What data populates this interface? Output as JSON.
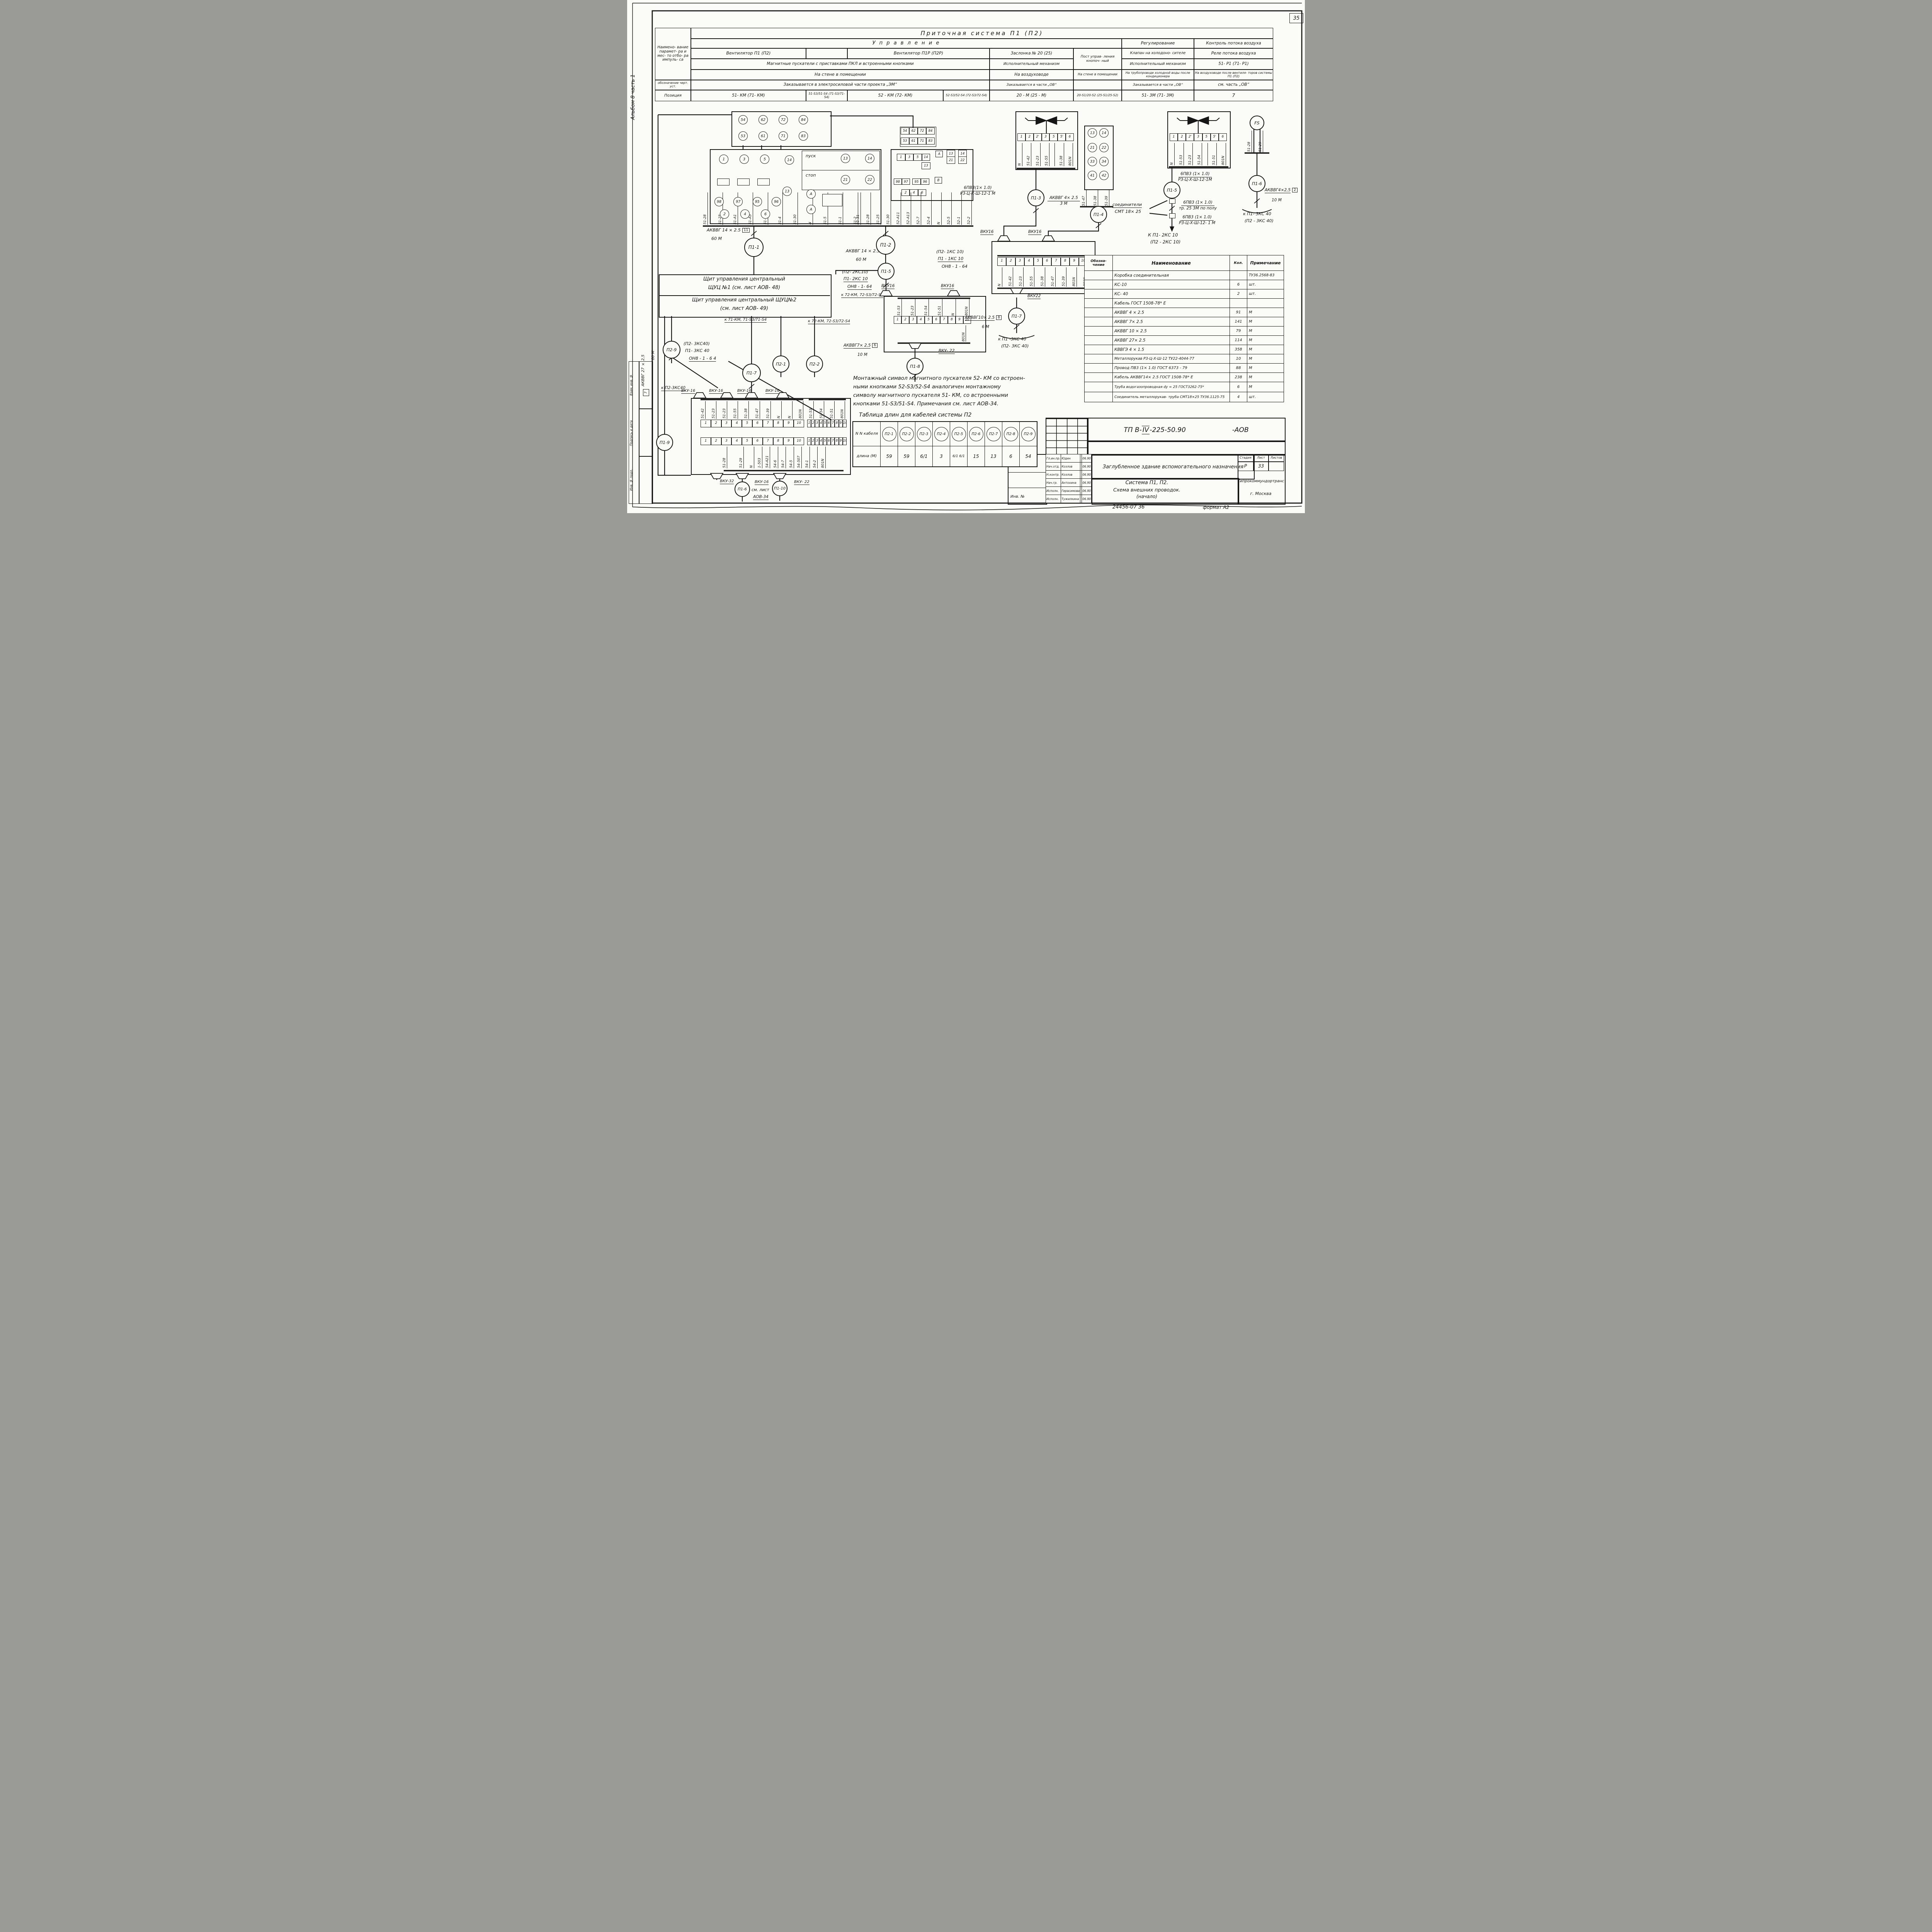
{
  "sheet": {
    "number": "35"
  },
  "margin": {
    "album": "Альбом 8      часть 1",
    "stamp_top": "Взам. инв. №",
    "stamp_mid": "Подпись и дата",
    "stamp_bot": "Инв. № подл."
  },
  "header": {
    "col_label": "Наимено- вание парамет- ра и мес- то отбо- ра импуль- са",
    "col_desig": "обозначение черт. уст.",
    "col_pos": "Позиция",
    "title": "Приточная    система    П1 (П2)",
    "upr": "У п р а в л е н и е",
    "reg": "Регулирование",
    "kontr": "Контроль потока воздуха",
    "fan1": "Вентилятор  П1 (П2)",
    "fan2": "Вентилятор  П1Р (П2Р)",
    "zasl": "Заслонка  № 20 (25)",
    "post": "Пост управ- ления кнопоч- ный",
    "klapan": "Клапан на холодоно- сителе",
    "rele": "Реле потока  воздуха",
    "magn": "Магнитные   пускатели  с  приставками  ПКЛ и  встроенными   кнопками",
    "isp1": "Исполнительный механизм",
    "isp2": "Исполнительный механизм",
    "r51": "51- Р1   (71- Р1)",
    "loc1": "На  стене   в  помещении",
    "loc2": "На воздуховоде",
    "loc3": "На стене в помещении",
    "loc4": "На трубопроводе холодной воды после кондиционера",
    "loc5": "На воздуховоде после вентиля- торов системы П1 (П2)",
    "ord1": "Заказывается  в электросиловой  части  проекта  „ЭМ“",
    "ord2": "Заказывается в части „ОВ“",
    "ord3": "Заказывается в части „ОВ“",
    "ord4": "см. часть „ОВ“",
    "p1": "51- КМ (71- КМ)",
    "p2": "51-S3/51-S4 (71-S3/71-S4)",
    "p3": "52 - КМ (72- КМ)",
    "p4": "52-S3/52-S4 (72-S3/72-S4)",
    "p5": "20 - М (25 - М)",
    "p6": "20-S1/20-S2 (25-S1/25-S2)",
    "p7": "51- 3М (71- 3М)",
    "p8": "7"
  },
  "sch": {
    "km51": {
      "row1": [
        "54",
        "62",
        "72",
        "84"
      ],
      "row2": [
        "53",
        "61",
        "71",
        "83"
      ],
      "poles_top": [
        "1",
        "3",
        "5"
      ],
      "poles_bot": [
        "2",
        "4",
        "6"
      ],
      "aux": [
        "98",
        "97",
        "95",
        "96"
      ],
      "c14": "14",
      "c13": "13",
      "cA1": "А",
      "cA2": "А",
      "start": "пуск",
      "stop": "стоп",
      "s13": "13",
      "s14": "14",
      "s21": "21",
      "s22": "22",
      "wires": [
        "51-28",
        "51-25",
        "51-А1",
        "51-А3",
        "51-7",
        "51-4",
        "51-30",
        "N",
        "51-5",
        "51-1",
        "51-2"
      ],
      "cable": "АКВВГ 14 × 2.5",
      "ref": "11",
      "len": "60 М",
      "node": "П1-1"
    },
    "km52": {
      "row1": [
        "54",
        "62",
        "72",
        "84"
      ],
      "row2": [
        "53",
        "61",
        "71",
        "83"
      ],
      "s1": [
        "1",
        "3",
        "5",
        "14"
      ],
      "s13": "13",
      "aux_l": [
        "98",
        "97"
      ],
      "aux_r": [
        "95",
        "96"
      ],
      "s246": [
        "2",
        "4",
        "6"
      ],
      "cA": "А",
      "cB": "В",
      "b13": "13",
      "b21": "21",
      "b14": "14",
      "b22": "22",
      "wires": [
        "51-31",
        "51-28",
        "51-25",
        "51-30",
        "52-А11",
        "52-А13",
        "52-7",
        "52-4",
        "N",
        "52-5",
        "52-1",
        "52-2"
      ],
      "cable": "АКВВГ 14 × 2.5",
      "ref": "12",
      "len": "60 М",
      "node": "П1-2"
    },
    "damper": {
      "cells": [
        "1",
        "2",
        "2'",
        "3",
        "5",
        "5'",
        "6"
      ],
      "wires": [
        "N",
        "51-42",
        "51-23",
        "51-55",
        "",
        "51-38",
        "801N"
      ],
      "node": "П1-3",
      "frac_t": "6ПВ3(1× 1.0)",
      "frac_b": "Р3-Ц-Х-Ш-12-1 М",
      "cab_t": "АКВВГ 4× 2.5",
      "cab_b": "3 М"
    },
    "post": {
      "r1": [
        "13",
        "14"
      ],
      "r2": [
        "21",
        "22"
      ],
      "r3": [
        "33",
        "34"
      ],
      "r4": [
        "41",
        "42"
      ],
      "wires": [
        "51-47",
        "51-38",
        "51-39"
      ],
      "node": "П1-4"
    },
    "valve": {
      "cells": [
        "1",
        "2",
        "2'",
        "3",
        "5",
        "5'",
        "6"
      ],
      "wires": [
        "N",
        "51-53",
        "51-23",
        "51-54",
        "",
        "51-51",
        "801N"
      ],
      "node": "П1-5",
      "f1t": "6ПВ3 (1× 1.0)",
      "f1b": "Р3-Ц-Х-Ш-12-1М",
      "conn1": "соединители",
      "conn2": "СМТ 18× 25",
      "f2t": "6ПВ3 (1× 1.0)",
      "f2b": "тр. 25   3М по полу",
      "f3t": "6ПВ3 (1× 1.0)",
      "f3b": "Р3-Ц-Х-Ш-12- 1 М",
      "dest1": "К П1- 2КС 10",
      "dest2": "(П2 - 2КС 10)"
    },
    "fs": {
      "label": "FS",
      "wires": [
        "51-28",
        "51-29"
      ],
      "node": "П1-6",
      "cab": "АКВВГ4×2,5",
      "ref": "2",
      "len": "10 М",
      "dest1": "к  П1- 3КС 40",
      "dest2": "(П2 - 3КС 40)"
    },
    "panel": {
      "l1": "Щит  управления     центральный",
      "l2": "ЩУЦ  №1   (см.  лист   АОВ- 48)",
      "l3": "Щит   управления  центральный  ЩУЦ№2",
      "l4": "(см.  лист   АОВ- 49)",
      "to71": "к 71-КМ, 71-S3/71-S4",
      "to72": "к 72-КМ, 72-S3/72-S4",
      "n29": "П2-9",
      "n17": "П1-7",
      "n21": "П2-1",
      "n22": "П2-2",
      "kc1": "(П2- 3КС40)",
      "kc2": "П1- 3КС 40",
      "kc3": "ОН8 - 1 -  6 4",
      "top2": "к П2-3КС40",
      "cab27": "АКВВГ 27 × 2,5",
      "ref27": "7",
      "len60": "60 М",
      "n19": "П1-9",
      "vku1": "ВКУ-16",
      "vku2": "ВКУ-16",
      "vku3": "ВКУ-16",
      "vku4": "ВКУ-16"
    },
    "c1": {
      "vkul": "ВКУ16",
      "vkur": "ВКУ16",
      "n15": "П1-5",
      "kc1": "(П2- 2КС10)",
      "kc2": "П1- 2КС 10",
      "kc3": "ОН8 - 1- 64",
      "to72": "к 72-КМ, 72-S3/72-S4",
      "wires": [
        "51-53",
        "51-23",
        "51-54",
        "51-51",
        "N",
        "801N"
      ],
      "cells": [
        "1",
        "2",
        "3",
        "4",
        "5",
        "6",
        "7",
        "8",
        "9",
        "10"
      ],
      "w801": "801N",
      "vku22": "ВКУ- 22",
      "node": "П1-8",
      "cab": "АКВВГ7× 2,5",
      "ref": "6",
      "len": "10 М"
    },
    "c2": {
      "vkul": "ВКУ16",
      "vkur": "ВКУ16",
      "kc1": "(П2- 1КС 10)",
      "kc2": "П1 - 1КС 10",
      "kc3": "ОН8 - 1 - 64",
      "cells": [
        "1",
        "2",
        "3",
        "4",
        "5",
        "6",
        "7",
        "8",
        "9",
        "10"
      ],
      "wires": [
        "N",
        "51-42",
        "51-23",
        "51-55",
        "51-38",
        "51-47",
        "51-39",
        "801N",
        "801N"
      ],
      "vku22": "ВКУ22",
      "node": "П1-7",
      "cab": "АКВВГ10× 2.5",
      "ref": "8",
      "len": "6 М",
      "dest1": "к  П1 -3КС 40",
      "dest2": "(П2- 3КС 40)"
    },
    "boxb": {
      "wA1": [
        "51-42",
        "51-23",
        "51-23",
        "51-55",
        "51-38",
        "51-47",
        "51-39",
        "N",
        "N",
        "801N"
      ],
      "wA2": [
        "51-53",
        "51-54",
        "51-51",
        "801N"
      ],
      "cells": [
        "1",
        "2",
        "3",
        "4",
        "5",
        "6",
        "7",
        "8",
        "9",
        "10"
      ],
      "wB1": [
        "51-28",
        "51-29"
      ],
      "wB2": [
        "N",
        "1-503",
        "54-А21",
        "54-6",
        "54-7",
        "54-5",
        "54-507",
        "54-1",
        "54-2",
        "801N"
      ],
      "vku32": "ВКУ-32",
      "vku16": "ВКУ-16",
      "vku22": "ВКУ- 22",
      "n16": "П1-6",
      "see1": "см.  лист",
      "see2": "АОВ-34",
      "n110": "П1-10"
    }
  },
  "note": {
    "l1": "Монтажный   символ   магнитного   пускателя   52- КМ со  встроен-",
    "l2": "ными   кнопками   52-S3/52-S4   аналогичен   монтажному",
    "l3": "символу   магнитного   пускателя   51- КМ,  со  встроенными",
    "l4": "кнопками  51-S3/51-S4.      Примечания  см.  лист  АОВ-34."
  },
  "ctable": {
    "title": "Таблица    длин  для  кабелей   системы  П2",
    "h": "N N кабеля",
    "rh": "длина (М)",
    "cables": [
      "П2-1",
      "П2-2",
      "П2-3",
      "П2-4",
      "П2-5",
      "П2-6",
      "П2-7",
      "П2-8",
      "П2-9"
    ],
    "vals": [
      "59",
      "59",
      "6/1",
      "3",
      "6/1 6/1",
      "15",
      "13",
      "6",
      "54"
    ]
  },
  "mat": {
    "h1": "Обозна- чение",
    "h2": "Наименование",
    "h3": "Кол.",
    "h4": "Примечание",
    "rows": [
      {
        "n": "Коробка    соединительная",
        "q": "",
        "u": "ТУ36.2568-83"
      },
      {
        "n": "КС-10",
        "q": "6",
        "u": "шт."
      },
      {
        "n": "КС- 40",
        "q": "2",
        "u": "шт."
      },
      {
        "n": "Кабель    ГОСТ  1508-78* Е",
        "q": "",
        "u": ""
      },
      {
        "n": "АКВВГ  4 × 2.5",
        "q": "91",
        "u": "М"
      },
      {
        "n": "АКВВГ 7× 2.5",
        "q": "141",
        "u": "М"
      },
      {
        "n": "АКВВГ  10 × 2.5",
        "q": "79",
        "u": "М"
      },
      {
        "n": "АКВВГ  27× 2.5",
        "q": "114",
        "u": "М"
      },
      {
        "n": "КВВГЭ  4 ×  1.5",
        "q": "358",
        "u": "М"
      },
      {
        "n": "Металлорукав Р3-Ц-Х-Ш-12 ТУ22-4044-77",
        "q": "10",
        "u": "М"
      },
      {
        "n": "Провод  ПВ3 (1× 1.0)    ГОСТ  6373 - 79",
        "q": "88",
        "u": "М"
      },
      {
        "n": "Кабель АКВВГ14× 2.5  ГОСТ 1508-78* Е",
        "q": "238",
        "u": "М"
      },
      {
        "n": "Труба водогазопроводная dу = 25  ГОСТ3262-75*",
        "q": "6",
        "u": "М"
      },
      {
        "n": "Соединитель металлорукав- труба СМТ18×25 ТУ36.1125-75",
        "q": "4",
        "u": "шт."
      }
    ]
  },
  "tb": {
    "doc_pre": "ТП   В-",
    "doc_iv": "IV",
    "doc_post": "-225-50.90",
    "doc2": "-АОВ",
    "attach": "Привязан",
    "inv": "Инв. №",
    "sig": [
      {
        "r": "Гл.ин.пр.",
        "n": "Юдин",
        "d": "06.90"
      },
      {
        "r": "Нач.отд.",
        "n": "Козлов",
        "d": "06.90"
      },
      {
        "r": "Н.контр.",
        "n": "Козлов",
        "d": "06.90"
      },
      {
        "r": "Нач.гр.",
        "n": "Антохина",
        "d": "06.90"
      },
      {
        "r": "Исполн.",
        "n": "Герасимова",
        "d": "06.90"
      },
      {
        "r": "Исполн.",
        "n": "Тужилкина",
        "d": "06.90"
      }
    ],
    "obj": "Заглубленное  здание вспомогательного назначения",
    "name1": "Система П1, П2.",
    "name2": "Схема внешних проводок.",
    "name3": "(начало)",
    "org1": "Гипрокоммундортранс",
    "org2": "г.  Москва",
    "stage_h": "Стадия",
    "sheet_h": "Лист",
    "sheets_h": "Листов",
    "stage": "Р",
    "sheet": "33",
    "sheets": "",
    "footer1": "24456-07    36",
    "footer2": "формат А2"
  }
}
